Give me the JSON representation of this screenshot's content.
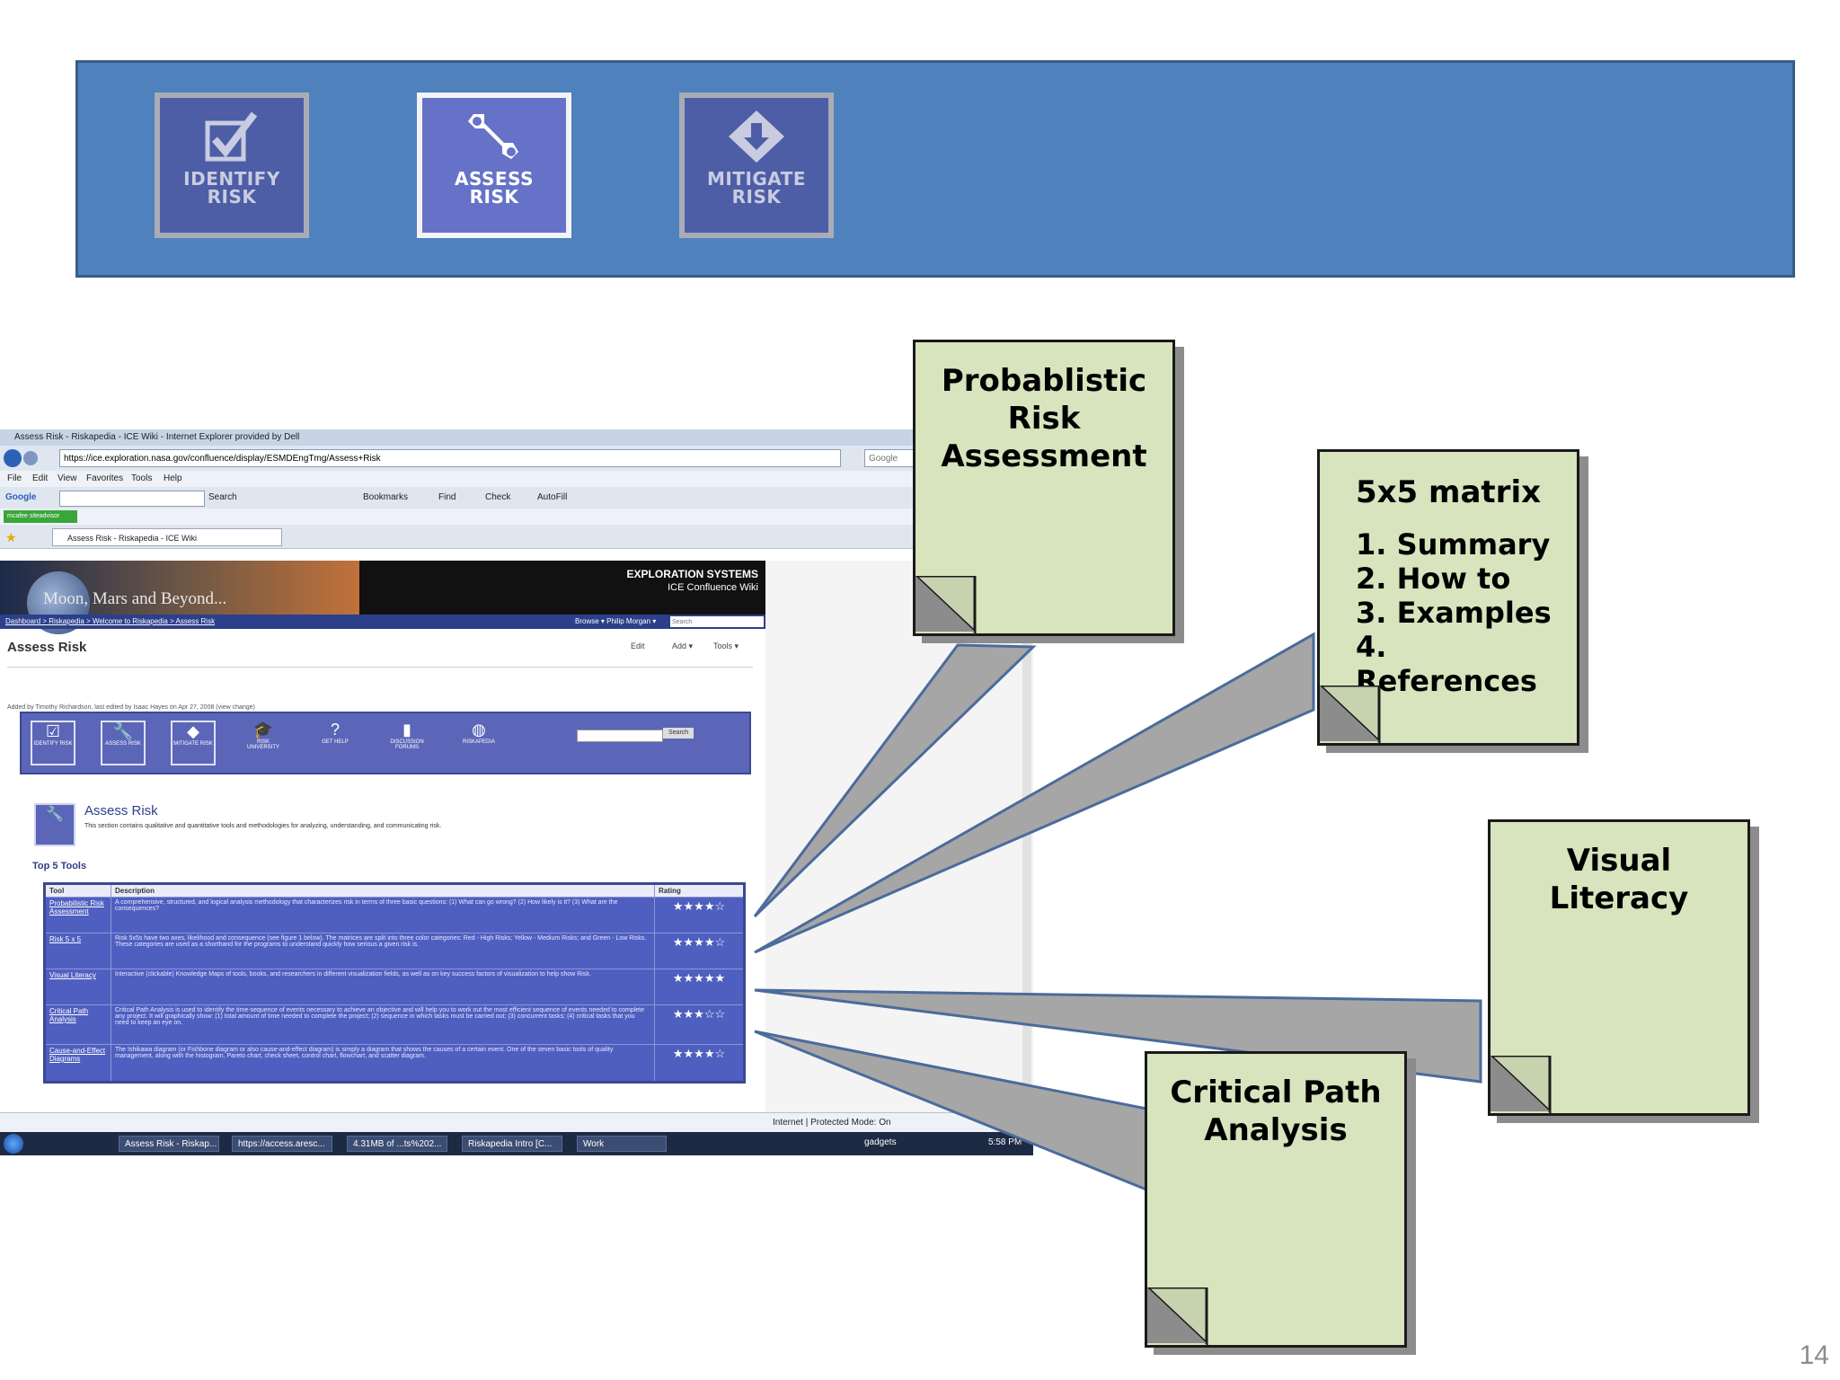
{
  "banner": {
    "tiles": [
      {
        "line1": "IDENTIFY",
        "line2": "RISK",
        "icon": "checkmark-icon"
      },
      {
        "line1": "ASSESS",
        "line2": "RISK",
        "icon": "wrench-icon"
      },
      {
        "line1": "MITIGATE",
        "line2": "RISK",
        "icon": "diamond-arrow-icon"
      }
    ]
  },
  "callouts": {
    "pra": {
      "line1": "Probablistic",
      "line2": "Risk",
      "line3": "Assessment"
    },
    "matrix": {
      "title": "5x5 matrix",
      "items": [
        "1.  Summary",
        "2.  How to",
        "3.  Examples",
        "4.  References"
      ]
    },
    "visual": {
      "line1": "Visual",
      "line2": "Literacy"
    },
    "critical": {
      "line1": "Critical Path",
      "line2": "Analysis"
    }
  },
  "browser": {
    "window_title": "Assess Risk - Riskapedia - ICE Wiki - Internet Explorer provided by Dell",
    "url": "https://ice.exploration.nasa.gov/confluence/display/ESMDEngTmg/Assess+Risk",
    "search_engine": "Google",
    "menu": [
      "File",
      "Edit",
      "View",
      "Favorites",
      "Tools",
      "Help"
    ],
    "google_bar": {
      "label": "Google",
      "items": [
        "Search",
        "Bookmarks",
        "Find",
        "Check",
        "AutoFill"
      ]
    },
    "mcafee": "mcafee siteadvisor",
    "tab_title": "Assess Risk - Riskapedia - ICE Wiki",
    "status": "Internet | Protected Mode: On"
  },
  "wiki": {
    "banner_text": "Moon, Mars and Beyond...",
    "brand_line1": "EXPLORATION SYSTEMS",
    "brand_line2": "ICE Confluence Wiki",
    "breadcrumb": "Dashboard > Riskapedia > Welcome to Riskapedia > Assess Risk",
    "user_links": "Browse ▾   Philip Morgan ▾",
    "search_placeholder": "Search",
    "page_title": "Assess Risk",
    "actions": [
      "Edit",
      "Add ▾",
      "Tools ▾"
    ],
    "byline": "Added by Timothy Richardson, last edited by Isaac Hayes on Apr 27, 2008 (view change)",
    "nav_items": [
      "IDENTIFY RISK",
      "ASSESS RISK",
      "MITIGATE RISK",
      "RISK UNIVERSITY",
      "GET HELP",
      "DISCUSSION FORUMS",
      "RISKAPEDIA"
    ],
    "nav_search_button": "Search",
    "section_title": "Assess Risk",
    "section_desc": "This section contains qualitative and quantitative tools and methodologies for analyzing, understanding, and communicating risk.",
    "top_tools_title": "Top 5 Tools",
    "table_headers": [
      "Tool",
      "Description",
      "Rating"
    ],
    "tools": [
      {
        "name": "Probabilistic Risk Assessment",
        "desc": "A comprehensive, structured, and logical analysis methodology that characterizes risk in terms of three basic questions: (1) What can go wrong? (2) How likely is it? (3) What are the consequences?",
        "stars": "★★★★☆"
      },
      {
        "name": "Risk 5 x 5",
        "desc": "Risk 5x5s have two axes, likelihood and consequence (see figure 1 below). The matrices are split into three color categories: Red - High Risks; Yellow - Medium Risks; and Green - Low Risks. These categories are used as a shorthand for the programs to understand quickly how serious a given risk is.",
        "stars": "★★★★☆"
      },
      {
        "name": "Visual Literacy",
        "desc": "Interactive (clickable) Knowledge Maps of tools, books, and researchers in different visualization fields, as well as on key success factors of visualization to help show Risk.",
        "stars": "★★★★★"
      },
      {
        "name": "Critical Path Analysis",
        "desc": "Critical Path Analysis is used to identify the time-sequence of events necessary to achieve an objective and will help you to work out the most efficient sequence of events needed to complete any project. It will graphically show: (1) total amount of time needed to complete the project; (2) sequence in which tasks must be carried out; (3) concurrent tasks; (4) critical tasks that you need to keep an eye on.",
        "stars": "★★★☆☆"
      },
      {
        "name": "Cause-and-Effect Diagrams",
        "desc": "The Ishikawa diagram (or Fishbone diagram or also cause-and-effect diagram) is simply a diagram that shows the causes of a certain event. One of the seven basic tools of quality management, along with the histogram, Pareto chart, check sheet, control chart, flowchart, and scatter diagram.",
        "stars": "★★★★☆"
      }
    ]
  },
  "taskbar": {
    "tasks": [
      "Assess Risk - Riskap...",
      "https://access.aresc...",
      "4.31MB of ...ts%202...",
      "Riskapedia Intro [C...",
      "Work"
    ],
    "tray": "gadgets",
    "clock": "5:58 PM"
  },
  "page_number": "14",
  "colors": {
    "banner": "#4f81bd",
    "tile": "#4d5ea6",
    "tile_active": "#6672c8",
    "note": "#d7e4bd",
    "connector": "#a6a6a6"
  }
}
